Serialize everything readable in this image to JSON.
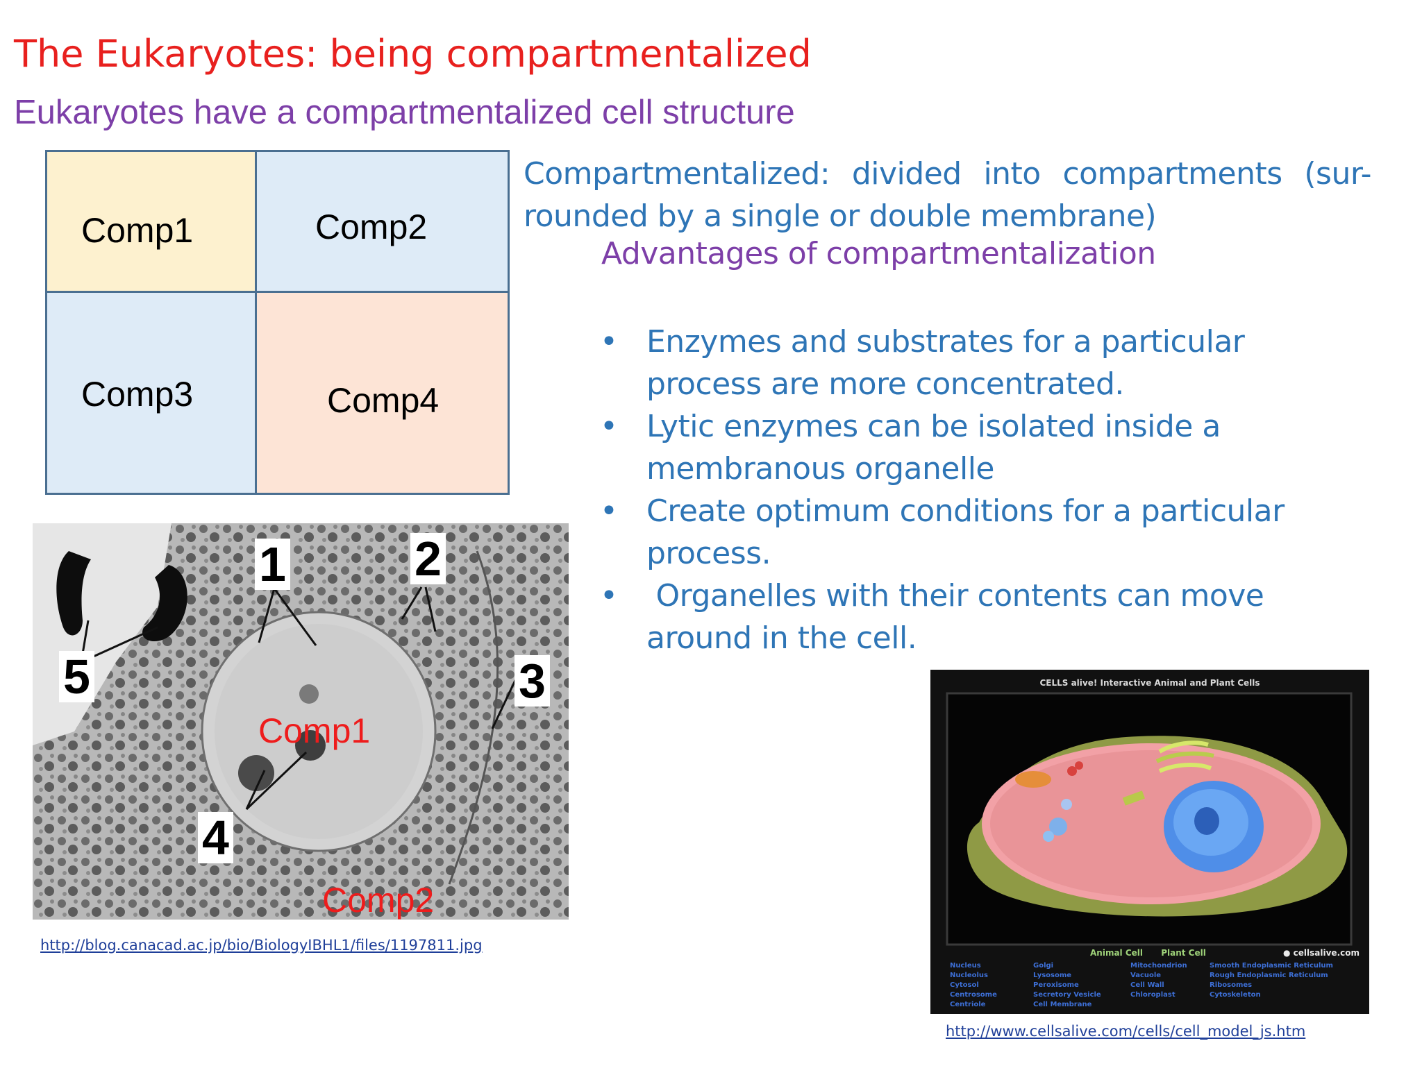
{
  "title": "The Eukaryotes: being compartmentalized",
  "subtitle": "Eukaryotes have a compartmentalized cell structure",
  "compartments": [
    "Comp1",
    "Comp2",
    "Comp3",
    "Comp4"
  ],
  "definition": "Compartmentalized: divided into compartments (sur-rounded by a single or double membrane)",
  "advantages": {
    "heading": "Advantages of compartmentalization",
    "bullet": "•",
    "items": [
      "Enzymes and substrates for a particular process are more concentrated.",
      "Lytic enzymes can be isolated inside a membranous organelle",
      "Create optimum conditions for a particular process.",
      " Organelles with their contents can move around in the cell."
    ]
  },
  "micrograph": {
    "numbers": [
      "1",
      "2",
      "3",
      "4",
      "5"
    ],
    "labels": [
      "Comp1",
      "Comp2"
    ],
    "link": "http://blog.canacad.ac.jp/bio/BiologyIBHL1/files/1197811.jpg"
  },
  "cells_alive": {
    "title": "CELLS alive! Interactive Animal and Plant Cells",
    "tabs": [
      "Animal Cell",
      "Plant Cell"
    ],
    "site": "● cellsalive.com",
    "legend": [
      [
        "Nucleus",
        "Nucleolus",
        "Cytosol",
        "Centrosome",
        "Centriole"
      ],
      [
        "Golgi",
        "Lysosome",
        "Peroxisome",
        "Secretory Vesicle",
        "Cell Membrane"
      ],
      [
        "Mitochondrion",
        "Vacuole",
        "Cell Wall",
        "Chloroplast"
      ],
      [
        "Smooth Endoplasmic Reticulum",
        "Rough Endoplasmic Reticulum",
        "Ribosomes",
        "Cytoskeleton"
      ]
    ],
    "link": "http://www.cellsalive.com/cells/cell_model_js.htm"
  }
}
